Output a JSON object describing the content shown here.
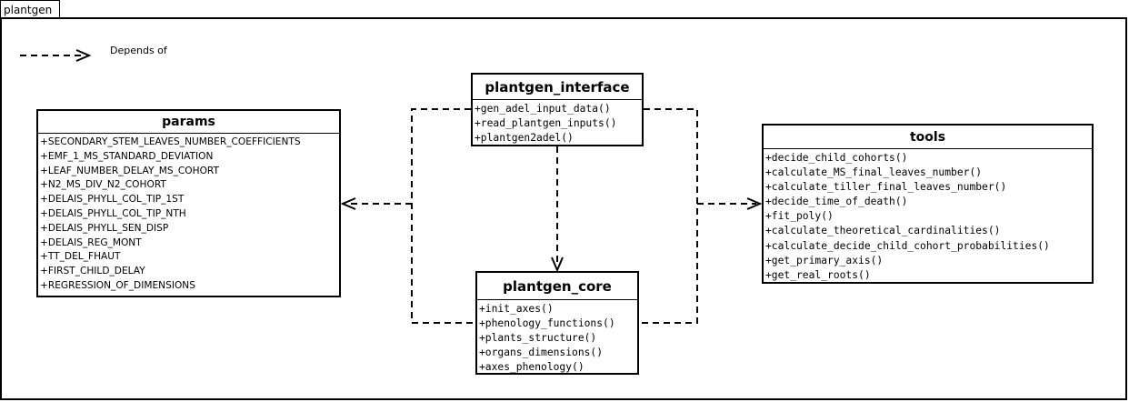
{
  "package": {
    "name": "plantgen"
  },
  "legend": {
    "label": "Depends of"
  },
  "classes": {
    "interface": {
      "name": "plantgen_interface",
      "operations": [
        "+gen_adel_input_data()",
        "+read_plantgen_inputs()",
        "+plantgen2adel()"
      ]
    },
    "params": {
      "name": "params",
      "attributes": [
        "+SECONDARY_STEM_LEAVES_NUMBER_COEFFICIENTS",
        "+EMF_1_MS_STANDARD_DEVIATION",
        "+LEAF_NUMBER_DELAY_MS_COHORT",
        "+N2_MS_DIV_N2_COHORT",
        "+DELAIS_PHYLL_COL_TIP_1ST",
        "+DELAIS_PHYLL_COL_TIP_NTH",
        "+DELAIS_PHYLL_SEN_DISP",
        "+DELAIS_REG_MONT",
        "+TT_DEL_FHAUT",
        "+FIRST_CHILD_DELAY",
        "+REGRESSION_OF_DIMENSIONS"
      ]
    },
    "core": {
      "name": "plantgen_core",
      "operations": [
        "+init_axes()",
        "+phenology_functions()",
        "+plants_structure()",
        "+organs_dimensions()",
        "+axes_phenology()"
      ]
    },
    "tools": {
      "name": "tools",
      "operations": [
        "+decide_child_cohorts()",
        "+calculate_MS_final_leaves_number()",
        "+calculate_tiller_final_leaves_number()",
        "+decide_time_of_death()",
        "+fit_poly()",
        "+calculate_theoretical_cardinalities()",
        "+calculate_decide_child_cohort_probabilities()",
        "+get_primary_axis()",
        "+get_real_roots()"
      ]
    }
  },
  "dependencies": [
    {
      "from": "plantgen_interface",
      "to": "params",
      "style": "dashed-open-arrow"
    },
    {
      "from": "plantgen_interface",
      "to": "plantgen_core",
      "style": "dashed-open-arrow"
    },
    {
      "from": "plantgen_interface",
      "to": "tools",
      "style": "dashed-open-arrow"
    },
    {
      "from": "plantgen_core",
      "to": "params",
      "style": "dashed-open-arrow"
    },
    {
      "from": "plantgen_core",
      "to": "tools",
      "style": "dashed-open-arrow"
    }
  ]
}
